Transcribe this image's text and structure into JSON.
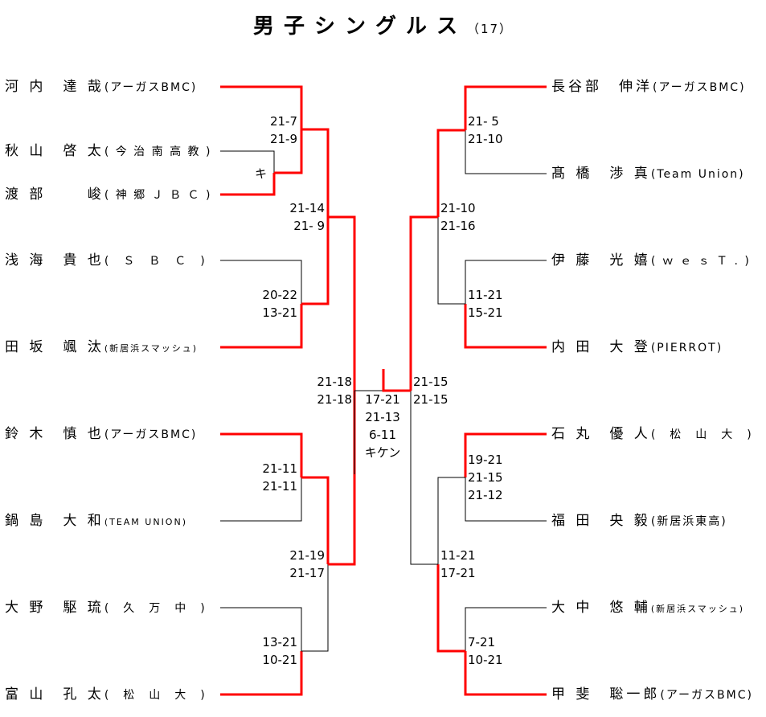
{
  "title": {
    "main": "男子シングルス",
    "sub": "（17）"
  },
  "colors": {
    "winner_line": "#ff0000",
    "loser_line": "#000000",
    "background": "#ffffff"
  },
  "left_players": [
    {
      "name": "河 内　達 哉",
      "team": "(アーガスBMC)"
    },
    {
      "name": "秋 山　啓 太",
      "team": "( 今 治 南 高 教 )"
    },
    {
      "name": "渡 部　　 峻",
      "team": "( 神 郷 Ｊ Ｂ Ｃ )"
    },
    {
      "name": "浅 海　貴 也",
      "team": "(　Ｓ　Ｂ　Ｃ　)"
    },
    {
      "name": "田 坂　颯 汰",
      "team": "(新居浜スマッシュ)"
    },
    {
      "name": "鈴 木　慎 也",
      "team": "(アーガスBMC)"
    },
    {
      "name": "鍋 島　大 和",
      "team": "(TEAM UNION)"
    },
    {
      "name": "大 野　駆 琉",
      "team": "(　久　万　中　)"
    },
    {
      "name": "富 山　孔 太",
      "team": "(　松　山　大　)"
    }
  ],
  "right_players": [
    {
      "name": "長谷部　伸洋",
      "team": "(アーガスBMC)"
    },
    {
      "name": "髙 橋　渉 真",
      "team": "(Team Union)"
    },
    {
      "name": "伊 藤　光 嬉",
      "team": "( ｗ ｅ ｓ Ｔ . )"
    },
    {
      "name": "内 田　大 登",
      "team": "(PIERROT)"
    },
    {
      "name": "石 丸　優 人",
      "team": "(　松　山　大　)"
    },
    {
      "name": "福 田　央 毅",
      "team": "(新居浜東高)"
    },
    {
      "name": "大 中　悠 輔",
      "team": "(新居浜スマッシュ)"
    },
    {
      "name": "甲 斐　聡一郎",
      "team": "(アーガスBMC)"
    }
  ],
  "scores": {
    "left_pre_round": "キ",
    "left_r1_a": [
      "21-7",
      "21-9"
    ],
    "left_r1_b": [
      "20-22",
      "13-21"
    ],
    "left_r1_c": [
      "21-11",
      "21-11"
    ],
    "left_r1_d": [
      "13-21",
      "10-21"
    ],
    "left_r2_a": [
      "21-14",
      "21- 9"
    ],
    "left_r2_b": [
      "21-19",
      "21-17"
    ],
    "left_semi": [
      "21-18",
      "21-18"
    ],
    "right_r1_a": [
      "21- 5",
      "21-10"
    ],
    "right_r1_b": [
      "11-21",
      "15-21"
    ],
    "right_r1_c": [
      "19-21",
      "21-15",
      "21-12"
    ],
    "right_r1_d": [
      "7-21",
      "10-21"
    ],
    "right_r2_a": [
      "21-10",
      "21-16"
    ],
    "right_r2_b": [
      "11-21",
      "17-21"
    ],
    "right_semi": [
      "21-15",
      "21-15"
    ],
    "final": [
      "17-21",
      "21-13",
      "6-11",
      "キケン"
    ]
  }
}
